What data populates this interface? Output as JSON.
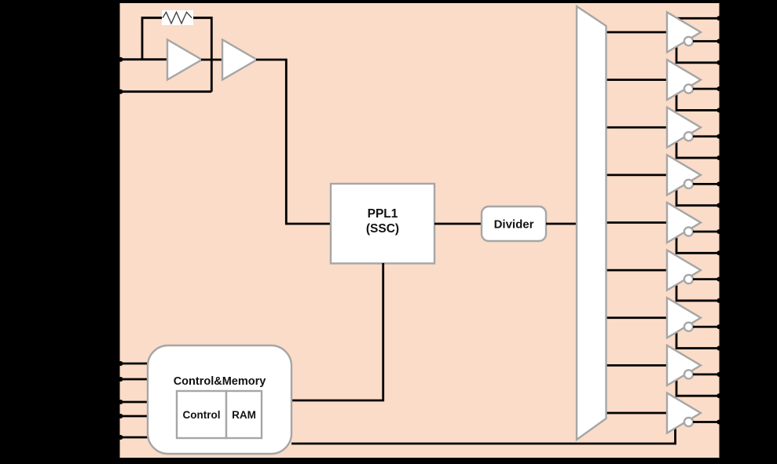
{
  "blocks": {
    "pll": {
      "line1": "PPL1",
      "line2": "(SSC)"
    },
    "divider": {
      "label": "Divider"
    },
    "control_memory": {
      "title": "Control&Memory",
      "control": "Control",
      "ram": "RAM"
    }
  },
  "colors": {
    "background": "#000000",
    "chip_fill": "#FADCC8",
    "chip_border": "#000000",
    "block_fill": "#FFFFFF",
    "block_border": "#A6A6A6",
    "wire": "#000000"
  },
  "structure": {
    "output_buffer_count": 9,
    "right_edge_pin_count": 18,
    "control_input_count": 5,
    "control_input_ys": [
      463,
      483,
      512,
      530,
      557
    ],
    "crystal_input_count": 2
  }
}
